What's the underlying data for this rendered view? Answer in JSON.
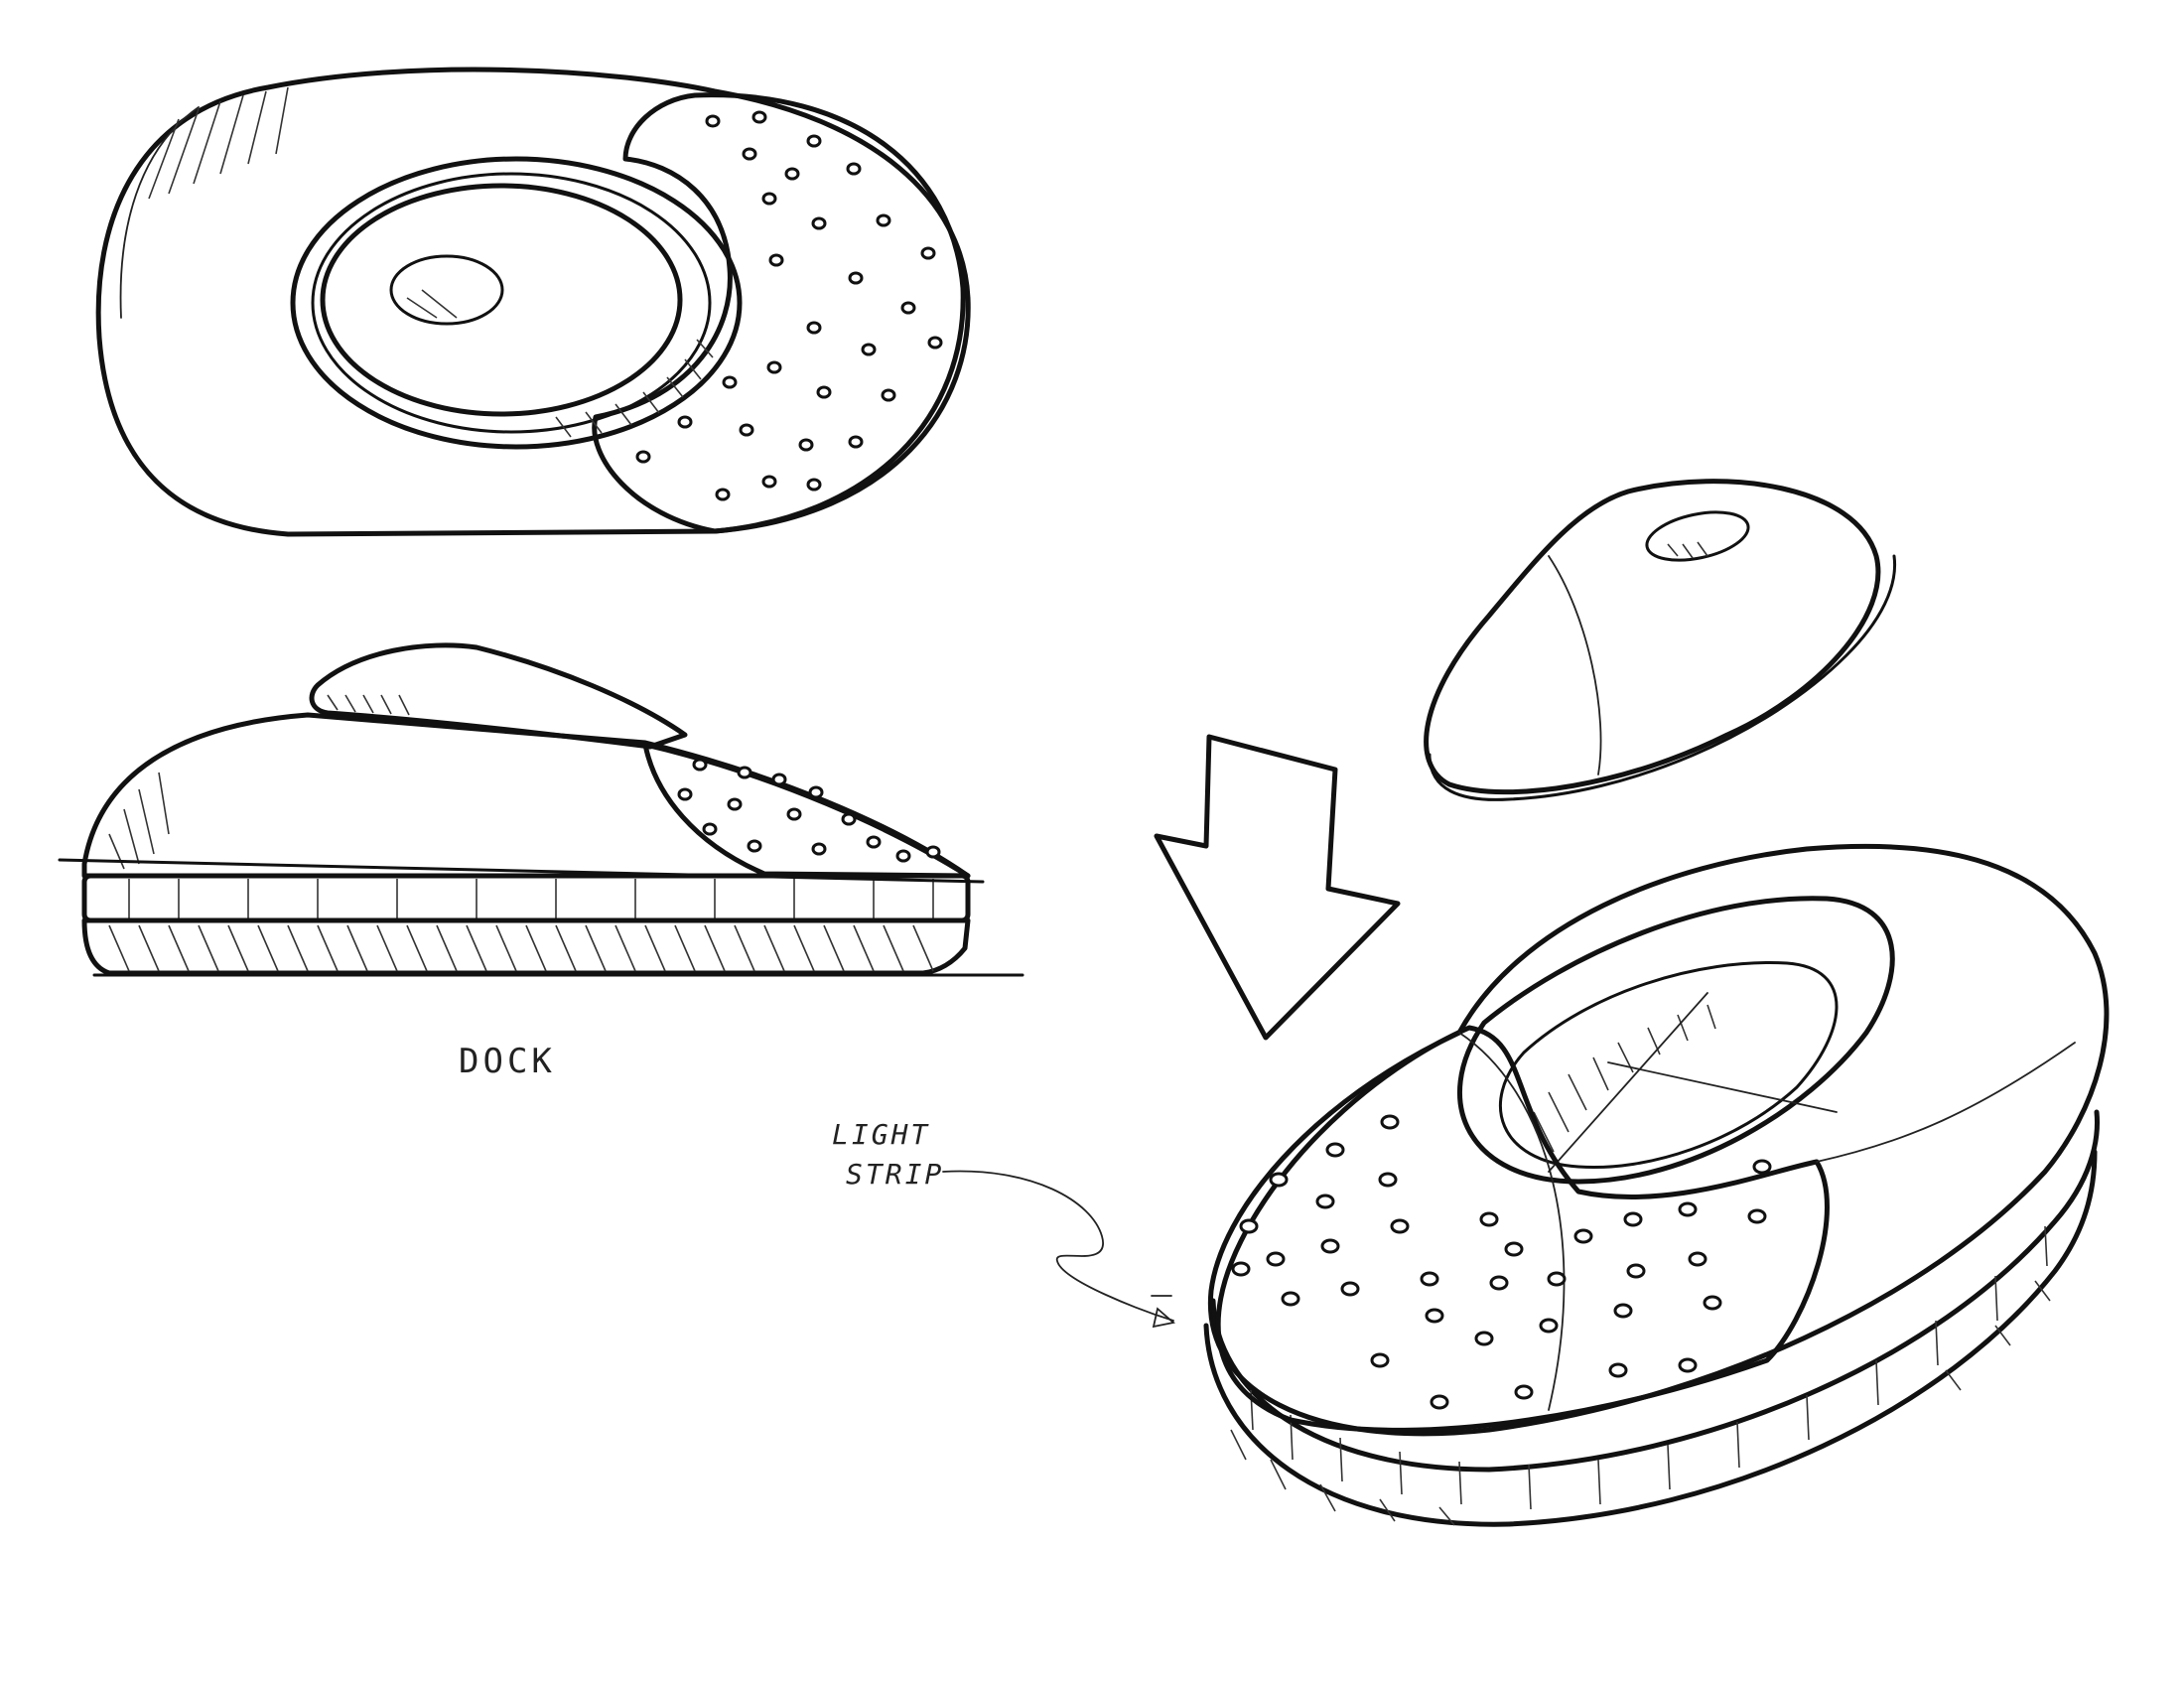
{
  "annotations": {
    "dock": "DOCK",
    "light_strip_line1": "LIGHT",
    "light_strip_line2": "STRIP"
  },
  "views": {
    "top_view": "dock-top-view",
    "side_view": "dock-side-view",
    "puck": "remote-puck",
    "iso_view": "dock-isometric-view"
  },
  "colors": {
    "ink": "#111111",
    "paper": "#ffffff"
  }
}
